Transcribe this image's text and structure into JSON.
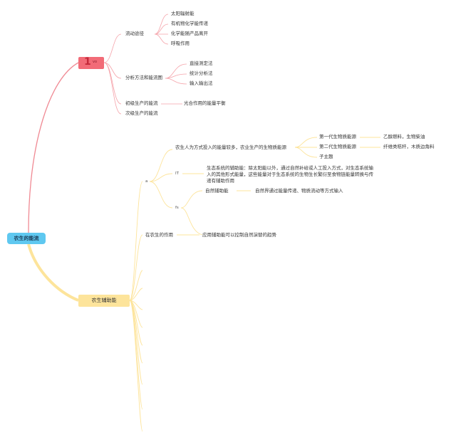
{
  "root": {
    "label": "农生的能流"
  },
  "red_branch": {
    "number": "1",
    "sub": "vo",
    "children": [
      {
        "label": "流动途径",
        "items": [
          "太阳辐射能",
          "有机物化学能传递",
          "化学能随产品离开",
          "呼吸作用"
        ]
      },
      {
        "label": "分析方法和能流图",
        "items": [
          "直接测定法",
          "统计分析法",
          "输入输出法"
        ]
      },
      {
        "label": "初级生产的能流",
        "items": [
          "光合作用的能量平衡"
        ]
      },
      {
        "label": "次级生产的能流",
        "items": []
      }
    ]
  },
  "yellow_branch": {
    "label": "农生辅助能",
    "a_label": "a",
    "a_text": "农生人为方式投入的能量较多，农业生产的生物质能源",
    "generations": [
      {
        "label": "第一代生物质能源",
        "example": "乙醇燃料，生物柴油"
      },
      {
        "label": "第二代生物质能源",
        "example": "纤维类秸秆，木质边角料"
      },
      {
        "label": "子主题",
        "example": ""
      }
    ],
    "it_label": "IT",
    "it_text": "生态系统的辅助能：除太阳能以外，通过自然补给或人工投入方式，对生态系统输入的其他形式能量，这些能量对于生态系统的生物生长繁衍至食物链能量转换与传递有辅助作用",
    "fs_label": "fs",
    "natural_label": "自然辅助能",
    "natural_text": "自然界通过能量传递、物质流动等方式输入",
    "role_label": "在农生的作用",
    "role_text": "应用辅助能可以控制自然演替的趋势"
  }
}
